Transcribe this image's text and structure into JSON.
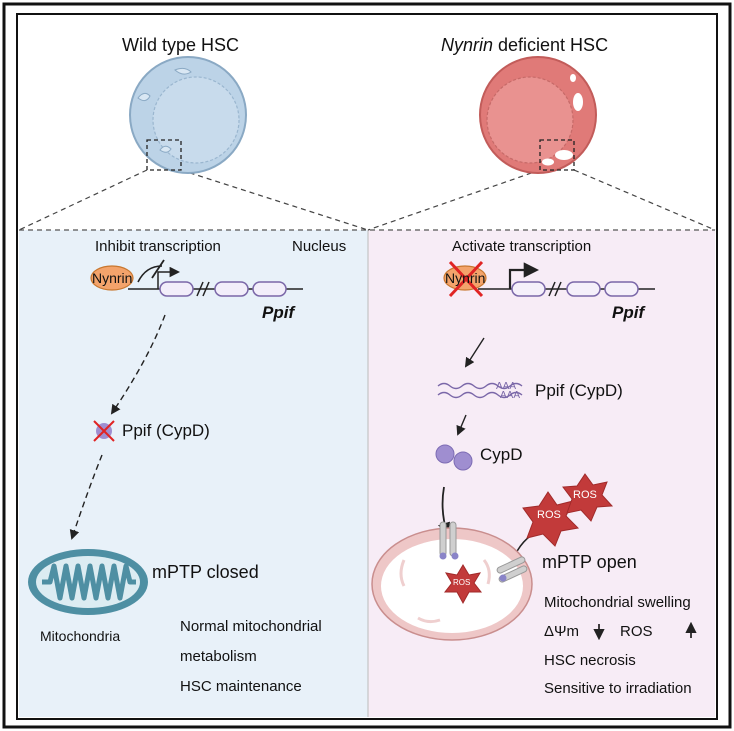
{
  "left_panel": {
    "title": "Wild type HSC",
    "inhibit_label": "Inhibit transcription",
    "nucleus_label": "Nucleus",
    "nynrin_label": "Nynrin",
    "gene_label": "Ppif",
    "protein_label": "Ppif (CypD)",
    "mptp_label": "mPTP closed",
    "mito_label": "Mitochondria",
    "outcomes": [
      "Normal mitochondrial",
      "metabolism",
      "HSC maintenance"
    ]
  },
  "right_panel": {
    "title_italic": "Nynrin",
    "title_rest": " deficient HSC",
    "activate_label": "Activate transcription",
    "nynrin_label": "Nynrin",
    "gene_label": "Ppif",
    "mrna_label": "Ppif (CypD)",
    "polya_label": "AAA",
    "cypd_label": "CypD",
    "ros_label": "ROS",
    "mptp_label": "mPTP open",
    "outcomes": [
      "Mitochondrial swelling",
      "ΔΨm",
      "ROS",
      "HSC necrosis",
      "Sensitive to irradiation"
    ]
  },
  "colors": {
    "left_bg": "#e8f1f9",
    "right_bg": "#f7ecf6",
    "wt_cell": "#bcd3e7",
    "ko_cell": "#e07a78",
    "nynrin_fill": "#f3a36b",
    "cypd": "#9f8ed0",
    "ros": "#c23a3a",
    "mito_wt": "#4e8fa3",
    "mito_ko": "#eec7c7",
    "cross": "#e02424"
  }
}
